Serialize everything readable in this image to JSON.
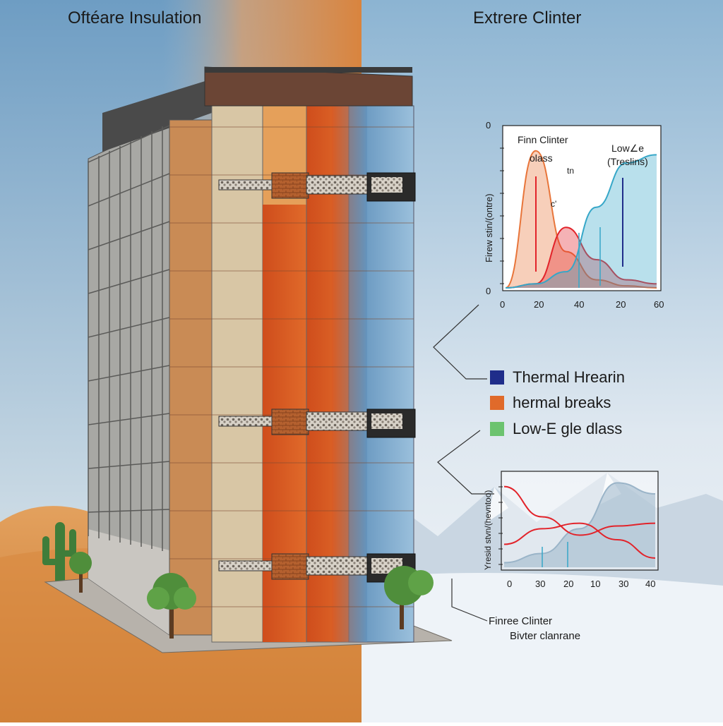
{
  "titles": {
    "left": "Oftéare Insulation",
    "right": "Extrere Clinter"
  },
  "colors": {
    "desert_sky": "#6f9fc4",
    "desert_sand": "#d98a45",
    "snow": "#eef3f8",
    "legend_thermal": "#1f2d8a",
    "legend_breaks": "#e06a2a",
    "legend_lowe": "#6cc36f"
  },
  "legend": [
    {
      "label": "Thermal Hrearin",
      "color": "#1f2d8a"
    },
    {
      "label": "hermal breaks",
      "color": "#e06a2a"
    },
    {
      "label": "Low-E gle dlass",
      "color": "#6cc36f"
    }
  ],
  "chart_data": [
    {
      "type": "area",
      "annotations": [
        "Finn Clinter",
        "olass",
        "Low∠e",
        "(Treslins)",
        "tn",
        "c'"
      ],
      "ylabel": "Firew stin/(ontre)",
      "x_ticks": [
        "0",
        "20",
        "40",
        "20",
        "60"
      ],
      "y_ticks": [
        "0",
        "0"
      ],
      "series": [
        {
          "color": "#e8753a",
          "values": [
            0,
            68,
            18,
            4,
            1,
            0
          ]
        },
        {
          "color": "#e2232a",
          "values": [
            0,
            2,
            30,
            14,
            4,
            2
          ]
        },
        {
          "color": "#36a7c8",
          "values": [
            0,
            2,
            8,
            40,
            62,
            66
          ]
        }
      ]
    },
    {
      "type": "line",
      "ylabel": "Yresid stvn/(hevntoo)",
      "x_ticks": [
        "0",
        "30",
        "20",
        "10",
        "30",
        "40"
      ],
      "series": [
        {
          "color": "#9ab4c8",
          "values": [
            5,
            15,
            42,
            92,
            80
          ]
        },
        {
          "color": "#e2232a",
          "values": [
            88,
            55,
            35,
            45,
            48
          ]
        },
        {
          "color": "#e2232a",
          "values": [
            25,
            42,
            48,
            30,
            10
          ]
        }
      ]
    }
  ],
  "callouts": {
    "bottom_line1": "Finree Clinter",
    "bottom_line2": "Bivter clanrane"
  }
}
